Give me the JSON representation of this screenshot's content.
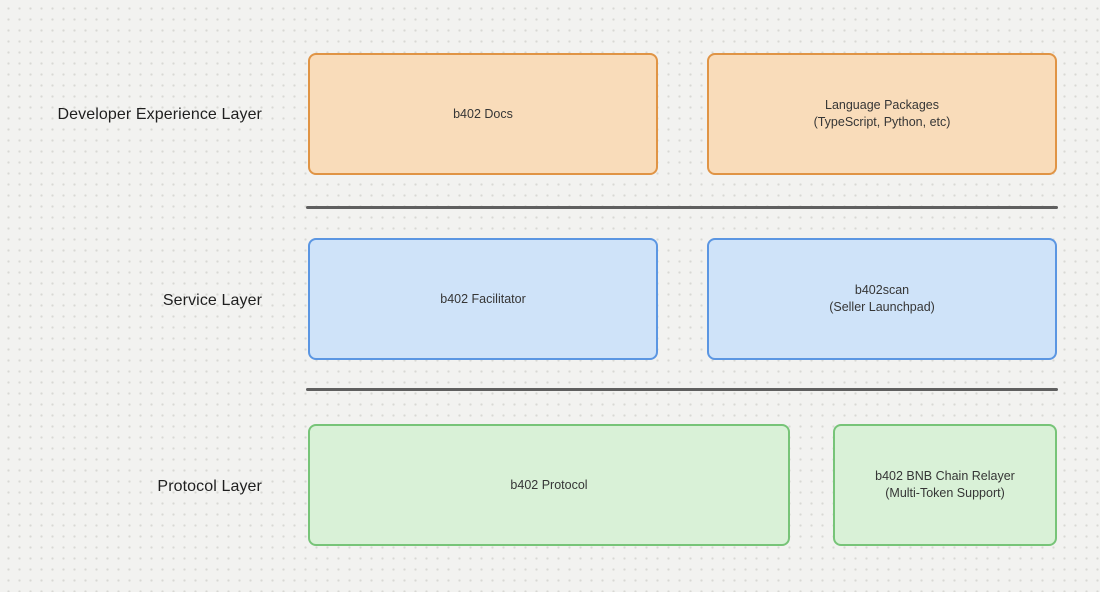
{
  "canvas": {
    "background_color": "#f2f2f0",
    "dot_color": "#d8d8d4",
    "divider_color": "#5f5f5f",
    "label_text_color": "#1f1f1f",
    "box_text_color": "#363636"
  },
  "layers": [
    {
      "label": "Developer Experience Layer",
      "fill": "#f9dcba",
      "border": "#e09445",
      "boxes": [
        {
          "lines": [
            "b402 Docs"
          ]
        },
        {
          "lines": [
            "Language Packages",
            "(TypeScript, Python, etc)"
          ]
        }
      ]
    },
    {
      "label": "Service Layer",
      "fill": "#cfe3f9",
      "border": "#5b96e2",
      "boxes": [
        {
          "lines": [
            "b402 Facilitator"
          ]
        },
        {
          "lines": [
            "b402scan",
            "(Seller Launchpad)"
          ]
        }
      ]
    },
    {
      "label": "Protocol Layer",
      "fill": "#d9f1d7",
      "border": "#77c478",
      "boxes": [
        {
          "lines": [
            "b402 Protocol"
          ]
        },
        {
          "lines": [
            "b402 BNB Chain Relayer",
            "(Multi-Token Support)"
          ]
        }
      ]
    }
  ]
}
